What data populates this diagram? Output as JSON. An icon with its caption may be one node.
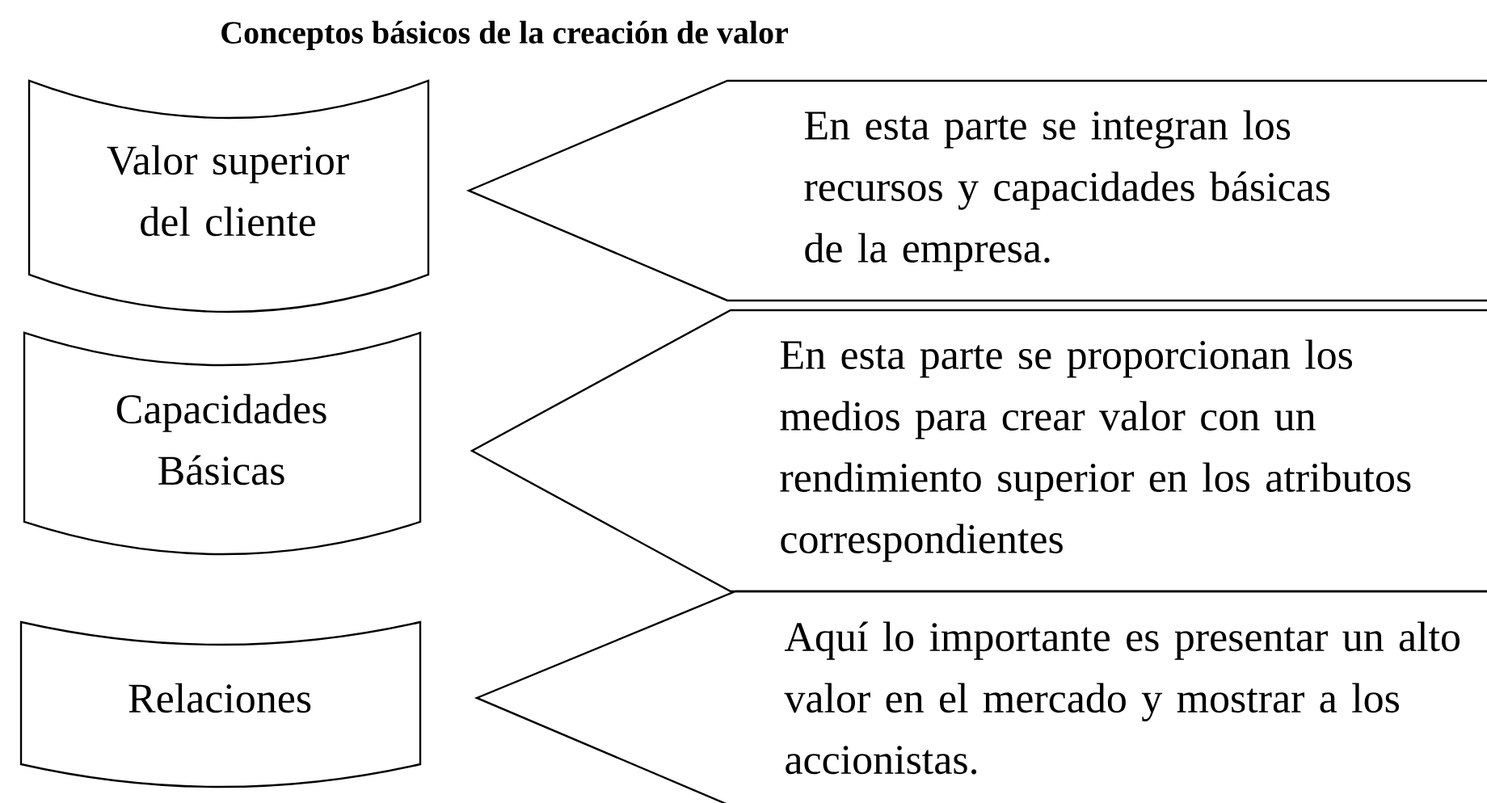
{
  "diagram": {
    "title": "Conceptos básicos de la creación de valor",
    "nodes": [
      {
        "text": [
          "Valor superior del cliente"
        ]
      },
      {
        "text": [
          "En esta parte se integran los recursos y capacidades básicas de la empresa."
        ]
      },
      {
        "text": [
          "Capacidades Básicas"
        ]
      },
      {
        "text": [
          "En esta parte se proporcionan los medios para crear valor con un rendimiento superior en los atributos correspondientes"
        ]
      },
      {
        "text": [
          "Relaciones"
        ]
      },
      {
        "text": [
          "Aquí lo importante es presentar un alto valor en el mercado y mostrar a los accionistas."
        ]
      }
    ]
  }
}
